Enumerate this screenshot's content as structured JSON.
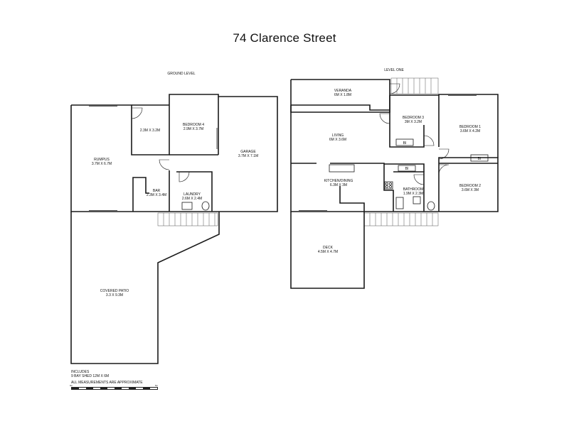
{
  "title": "74 Clarence Street",
  "levels": {
    "ground": "GROUND LEVEL",
    "one": "LEVEL ONE"
  },
  "ground_rooms": {
    "rumpus": {
      "name": "RUMPUS",
      "size": "3.7M X 6.7M"
    },
    "room": {
      "name": "",
      "size": "2.3M X 3.2M"
    },
    "bedroom4": {
      "name": "BEDROOM 4",
      "size": "2.9M X 3.7M"
    },
    "garage": {
      "name": "GARAGE",
      "size": "3.7M X 7.1M"
    },
    "bar": {
      "name": "BAR",
      "size": "2.3M X 3.4M"
    },
    "laundry": {
      "name": "LAUNDRY",
      "size": "2.6M X 2.4M"
    },
    "patio": {
      "name": "COVERED PATIO",
      "size": "3.3 X 9.3M"
    }
  },
  "level_one_rooms": {
    "veranda": {
      "name": "VERANDA",
      "size": "6M X 1.8M"
    },
    "living": {
      "name": "LIVING",
      "size": "6M X 3.6M"
    },
    "bedroom3": {
      "name": "BEDROOM 3",
      "size": "3M X 3.2M"
    },
    "bedroom1": {
      "name": "BEDROOM 1",
      "size": "3.6M X 4.2M"
    },
    "bedroom2": {
      "name": "BEDROOM 2",
      "size": "3.6M X 3M"
    },
    "kitchen": {
      "name": "KITCHEN/DINING",
      "size": "6.3M X 3M"
    },
    "bathroom": {
      "name": "BATHROOM",
      "size": "1.9M X 2.3M"
    },
    "deck": {
      "name": "DECK",
      "size": "4.5M X 4.7M"
    },
    "bi": "BI"
  },
  "notes": {
    "includes": "INCLUDES",
    "shed": "9 BAY SHED 12M X 6M",
    "approx": "ALL MEASUREMENTS ARE APPROXIMATE"
  },
  "scale": {
    "start": "0m",
    "end": "5m"
  }
}
